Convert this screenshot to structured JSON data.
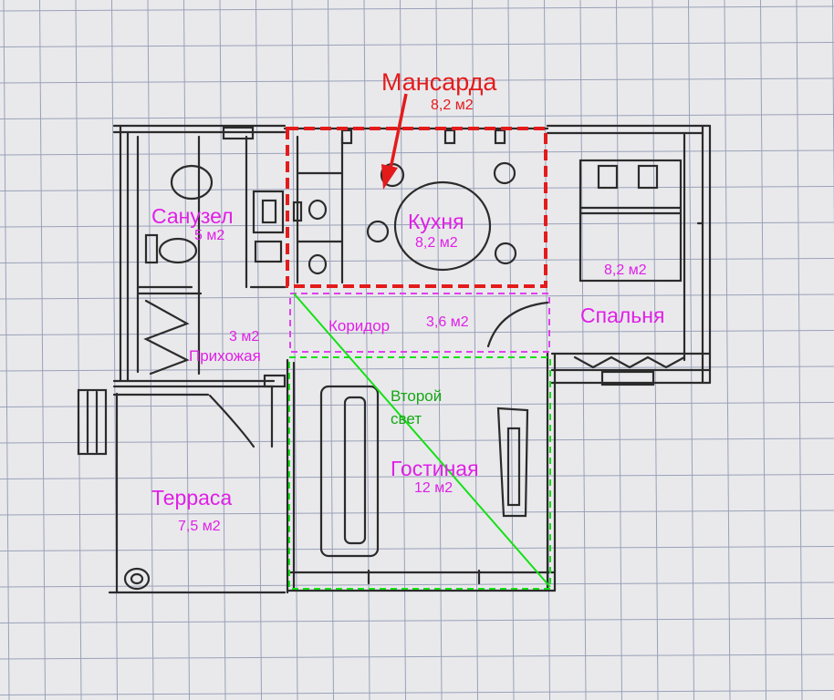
{
  "rooms": {
    "mansarda": {
      "name": "Мансарда",
      "area": "8,2 м2"
    },
    "kitchen": {
      "name": "Кухня",
      "area": "8,2 м2"
    },
    "bathroom": {
      "name": "Санузел",
      "area": "5 м2"
    },
    "bedroom": {
      "name": "Спальня",
      "area": "8,2 м2"
    },
    "corridor": {
      "name": "Коридор",
      "area": "3,6 м2"
    },
    "hallway": {
      "name": "Прихожая",
      "area": "3 м2"
    },
    "living": {
      "name": "Гостиная",
      "area": "12 м2"
    },
    "terrace": {
      "name": "Терраса",
      "area": "7,5 м2"
    }
  },
  "second_light": {
    "line1": "Второй",
    "line2": "свет"
  },
  "colors": {
    "paper": "#e9e9ec",
    "grid": "#9aa1b8",
    "pencil": "#2b2b2b",
    "label_pink": "#e020e6",
    "mansarda_red": "#e41b1b",
    "second_light_green": "#14e014",
    "corridor_dash": "#e040ee"
  }
}
